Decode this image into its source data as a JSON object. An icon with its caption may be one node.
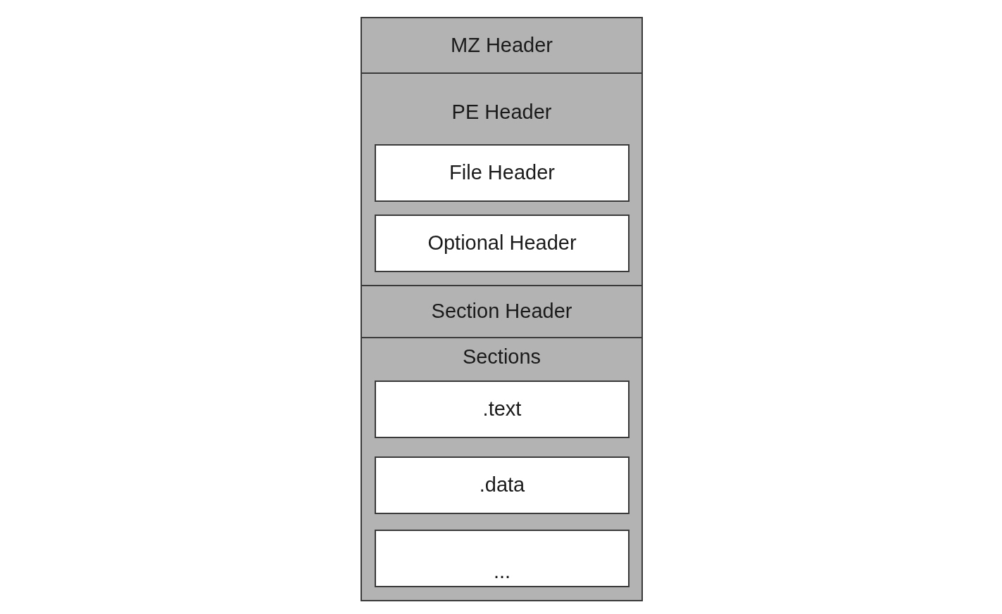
{
  "diagram": {
    "nodes": [
      {
        "text": [
          "MZ Header"
        ]
      },
      {
        "text": [
          "PE Header"
        ]
      },
      {
        "text": [
          "File Header"
        ],
        "in": 1
      },
      {
        "text": [
          "Optional Header"
        ],
        "in": 1
      },
      {
        "text": [
          "Section Header"
        ]
      },
      {
        "text": [
          "Sections"
        ]
      },
      {
        "text": [
          ".text"
        ],
        "in": 5
      },
      {
        "text": [
          ".data"
        ],
        "in": 5
      },
      {
        "text": [
          "..."
        ],
        "in": 5
      }
    ],
    "edges": []
  }
}
